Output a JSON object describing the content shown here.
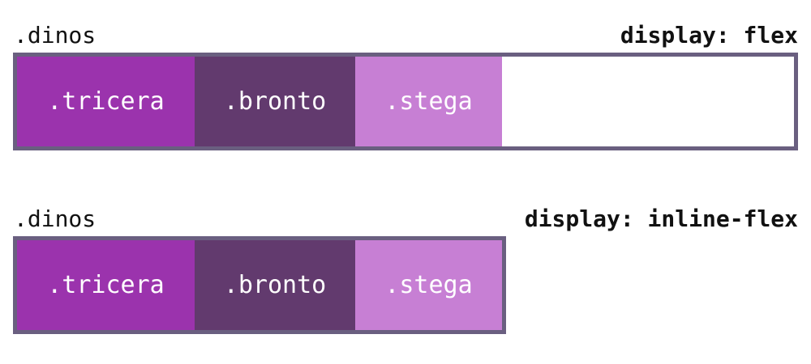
{
  "colors": {
    "container_border": "#6a5f80",
    "tricera": "#9b33ad",
    "bronto": "#623a6e",
    "stega": "#c77fd4"
  },
  "examples": [
    {
      "container_label": ".dinos",
      "display_label": "display: flex",
      "items": [
        ".tricera",
        ".bronto",
        ".stega"
      ]
    },
    {
      "container_label": ".dinos",
      "display_label": "display: inline-flex",
      "items": [
        ".tricera",
        ".bronto",
        ".stega"
      ]
    }
  ]
}
